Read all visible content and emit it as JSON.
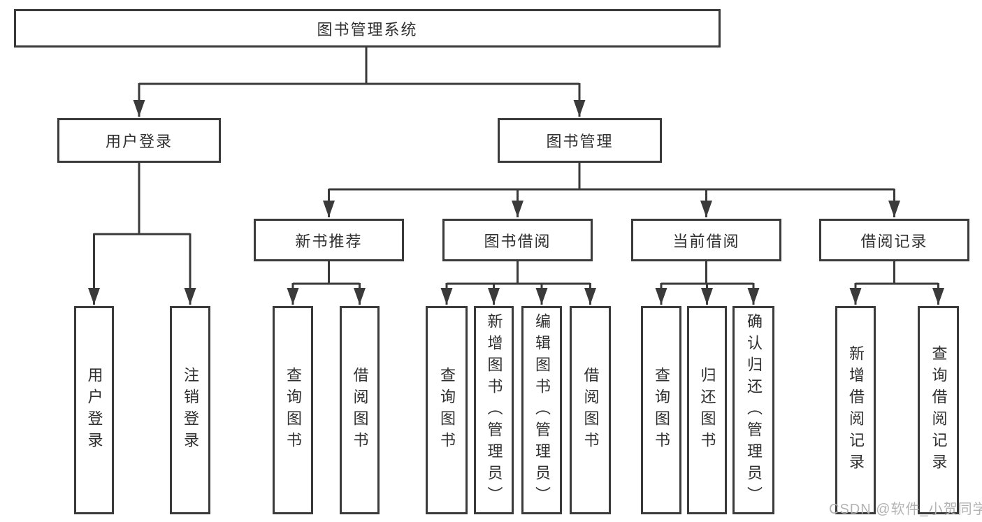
{
  "diagram": {
    "type": "tree",
    "line_color": "#3a3a3a",
    "text_color": "#2f2f2f",
    "nodes": {
      "root": "图书管理系统",
      "user_login": "用户登录",
      "book_mgmt": "图书管理",
      "new_book_rec": "新书推荐",
      "book_borrow": "图书借阅",
      "current_borrow": "当前借阅",
      "borrow_records": "借阅记录",
      "user_login_leaf": "用户登录",
      "logout_leaf": "注销登录",
      "nbr_query_books": "查询图书",
      "nbr_borrow_books": "借阅图书",
      "bb_query_books": "查询图书",
      "bb_add_books": "新增图书（管理员）",
      "bb_edit_books": "编辑图书（管理员）",
      "bb_borrow_books": "借阅图书",
      "cb_query_books": "查询图书",
      "cb_return_books": "归还图书",
      "cb_confirm_return": "确认归还（管理员）",
      "br_add_record": "新增借阅记录",
      "br_query_record": "查询借阅记录"
    },
    "edges": [
      [
        "root",
        "user_login"
      ],
      [
        "root",
        "book_mgmt"
      ],
      [
        "user_login",
        "user_login_leaf"
      ],
      [
        "user_login",
        "logout_leaf"
      ],
      [
        "book_mgmt",
        "new_book_rec"
      ],
      [
        "book_mgmt",
        "book_borrow"
      ],
      [
        "book_mgmt",
        "current_borrow"
      ],
      [
        "book_mgmt",
        "borrow_records"
      ],
      [
        "new_book_rec",
        "nbr_query_books"
      ],
      [
        "new_book_rec",
        "nbr_borrow_books"
      ],
      [
        "book_borrow",
        "bb_query_books"
      ],
      [
        "book_borrow",
        "bb_add_books"
      ],
      [
        "book_borrow",
        "bb_edit_books"
      ],
      [
        "book_borrow",
        "bb_borrow_books"
      ],
      [
        "current_borrow",
        "cb_query_books"
      ],
      [
        "current_borrow",
        "cb_return_books"
      ],
      [
        "current_borrow",
        "cb_confirm_return"
      ],
      [
        "borrow_records",
        "br_add_record"
      ],
      [
        "borrow_records",
        "br_query_record"
      ]
    ]
  },
  "watermark": {
    "text": "CSDN @软件_小贺同学",
    "color": "#b3b3b3"
  }
}
